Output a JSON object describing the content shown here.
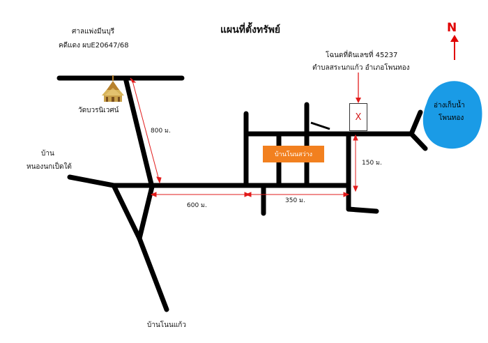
{
  "title": "แผนที่ตั้งทรัพย์",
  "court": {
    "line1": "ศาลแพ่งมีนบุรี",
    "line2": "คดีแดง ผบE20647/68"
  },
  "deed": {
    "line1": "โฉนดที่ดินเลขที่ 45237",
    "line2": "ตำบลสระนกแก้ว  อำเภอโพนทอง"
  },
  "north_label": "N",
  "parcel_mark": "X",
  "places": {
    "temple": "วัดบวรนิเวศน์",
    "village_left_line1": "บ้าน",
    "village_left_line2": "หนองนกเป็ดใต้",
    "village_center": "บ้านโนนสว่าง",
    "village_bottom": "บ้านโนนแก้ว",
    "lake_line1": "อ่างเก็บน้ำ",
    "lake_line2": "โพนทอง"
  },
  "distances": {
    "d800": "800 ม.",
    "d600": "600 ม.",
    "d350": "350 ม.",
    "d150": "150 ม."
  },
  "colors": {
    "road": "#000000",
    "dimension": "#e21b1b",
    "lake": "#1a9be6",
    "village_box": "#f2801f",
    "north": "#e00000"
  }
}
